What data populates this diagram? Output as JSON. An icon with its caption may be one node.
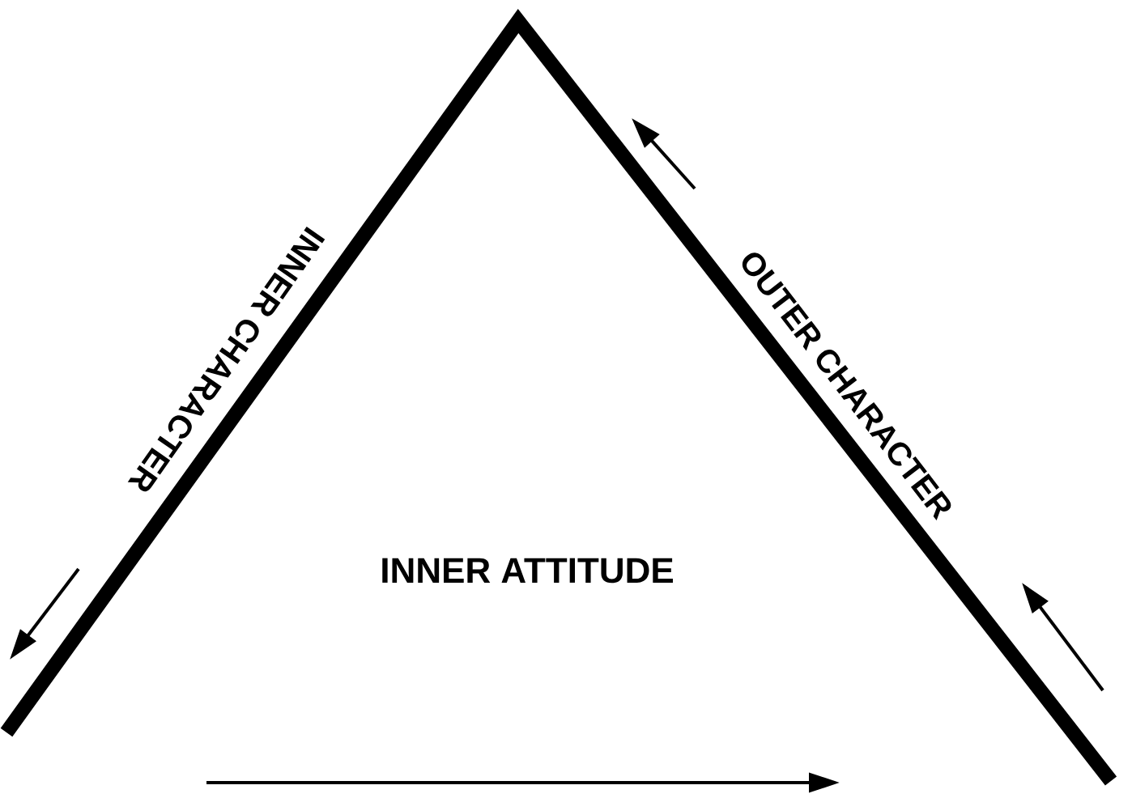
{
  "diagram": {
    "labels": [
      "INNER CHARACTER",
      "OUTER CHARACTER",
      "INNER ATTITUDE"
    ]
  }
}
